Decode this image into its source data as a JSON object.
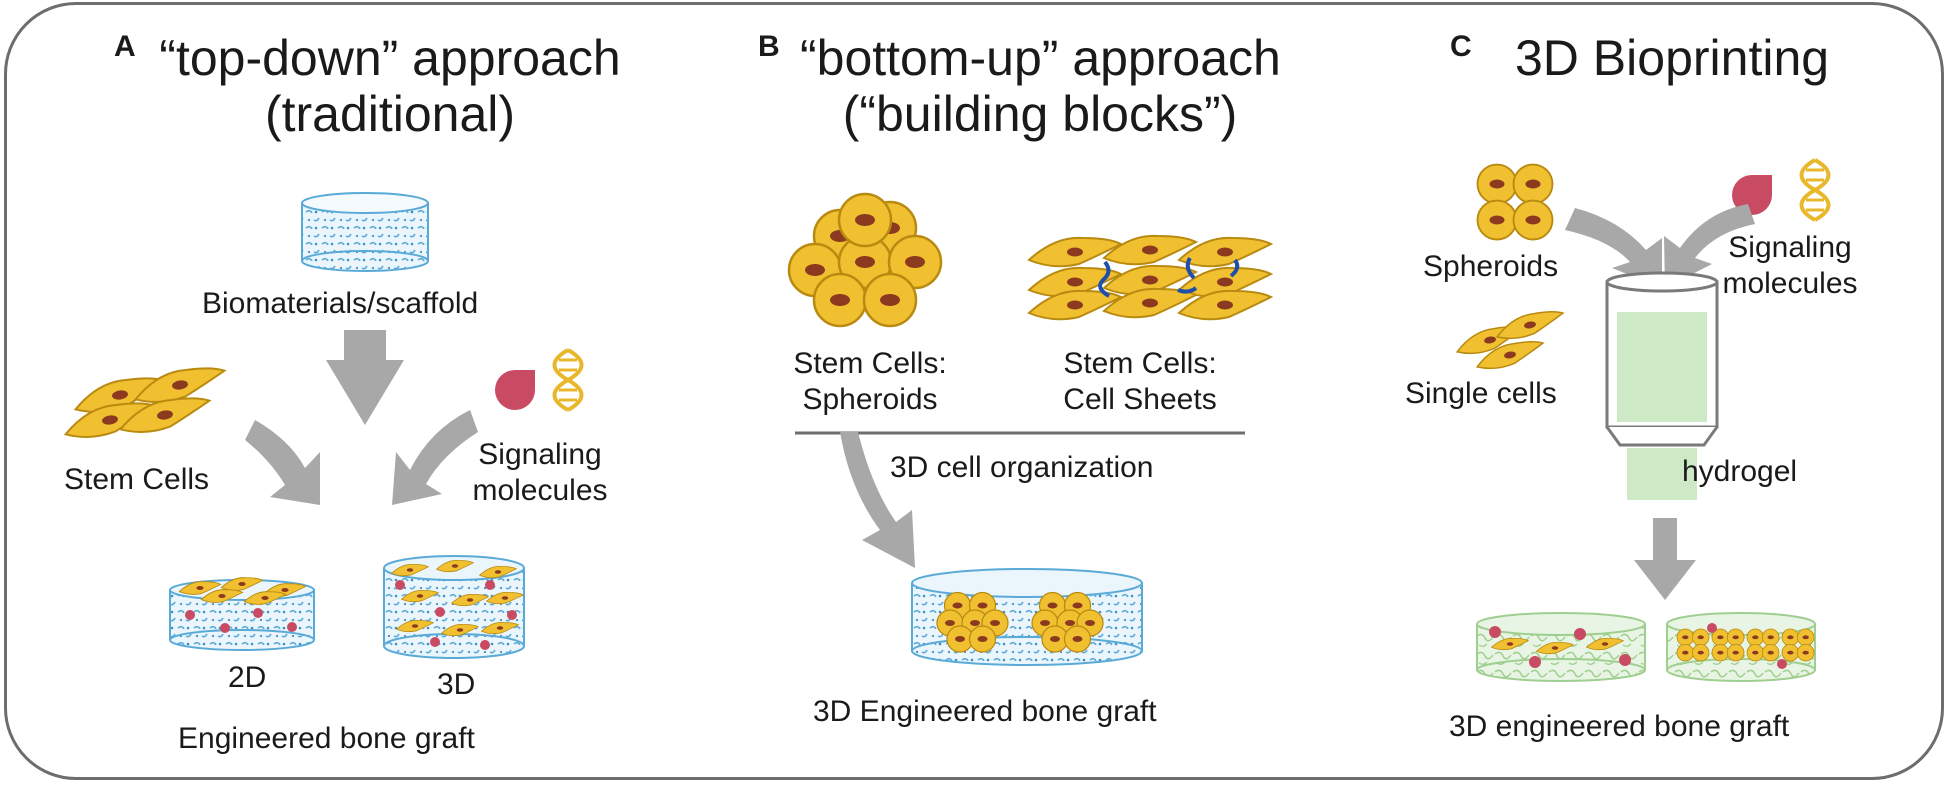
{
  "colors": {
    "frame": "#6d6d6d",
    "arrow": "#a8a8a8",
    "cell_fill": "#f0c030",
    "cell_stroke": "#b98a10",
    "nucleus": "#8b3a1f",
    "scaffold_blue": "#5aaad8",
    "hydrogel_green": "#cde9c5",
    "signal_red": "#c94a63",
    "linker_blue": "#1f4fa8"
  },
  "panels": [
    {
      "letter": "A",
      "title_line1": "“top-down” approach",
      "title_line2": "(traditional)",
      "scaffold_label": "Biomaterials/scaffold",
      "cells_label": "Stem Cells",
      "signal_label_line1": "Signaling",
      "signal_label_line2": "molecules",
      "graft_2d_label": "2D",
      "graft_3d_label": "3D",
      "result_label": "Engineered bone graft"
    },
    {
      "letter": "B",
      "title_line1": "“bottom-up” approach",
      "title_line2": "(“building blocks”)",
      "spheroid_label_line1": "Stem Cells:",
      "spheroid_label_line2": "Spheroids",
      "sheet_label_line1": "Stem Cells:",
      "sheet_label_line2": "Cell Sheets",
      "organization_label": "3D cell organization",
      "result_label": "3D Engineered bone graft"
    },
    {
      "letter": "C",
      "title_line1": "3D Bioprinting",
      "spheroids_label": "Spheroids",
      "single_cells_label": "Single cells",
      "signal_label_line1": "Signaling",
      "signal_label_line2": "molecules",
      "hydrogel_label": "hydrogel",
      "result_label": "3D engineered bone graft"
    }
  ],
  "icons": {
    "scaffold": "porous-scaffold-cylinder-icon",
    "spindle_cells": "spindle-stem-cells-icon",
    "spheroid": "cell-spheroid-icon",
    "cell_sheet": "cell-sheet-icon",
    "signal_drop": "signaling-molecule-drop-icon",
    "dna": "dna-helix-icon",
    "syringe": "bioprinter-syringe-icon",
    "arrow": "curved-arrow-icon"
  }
}
